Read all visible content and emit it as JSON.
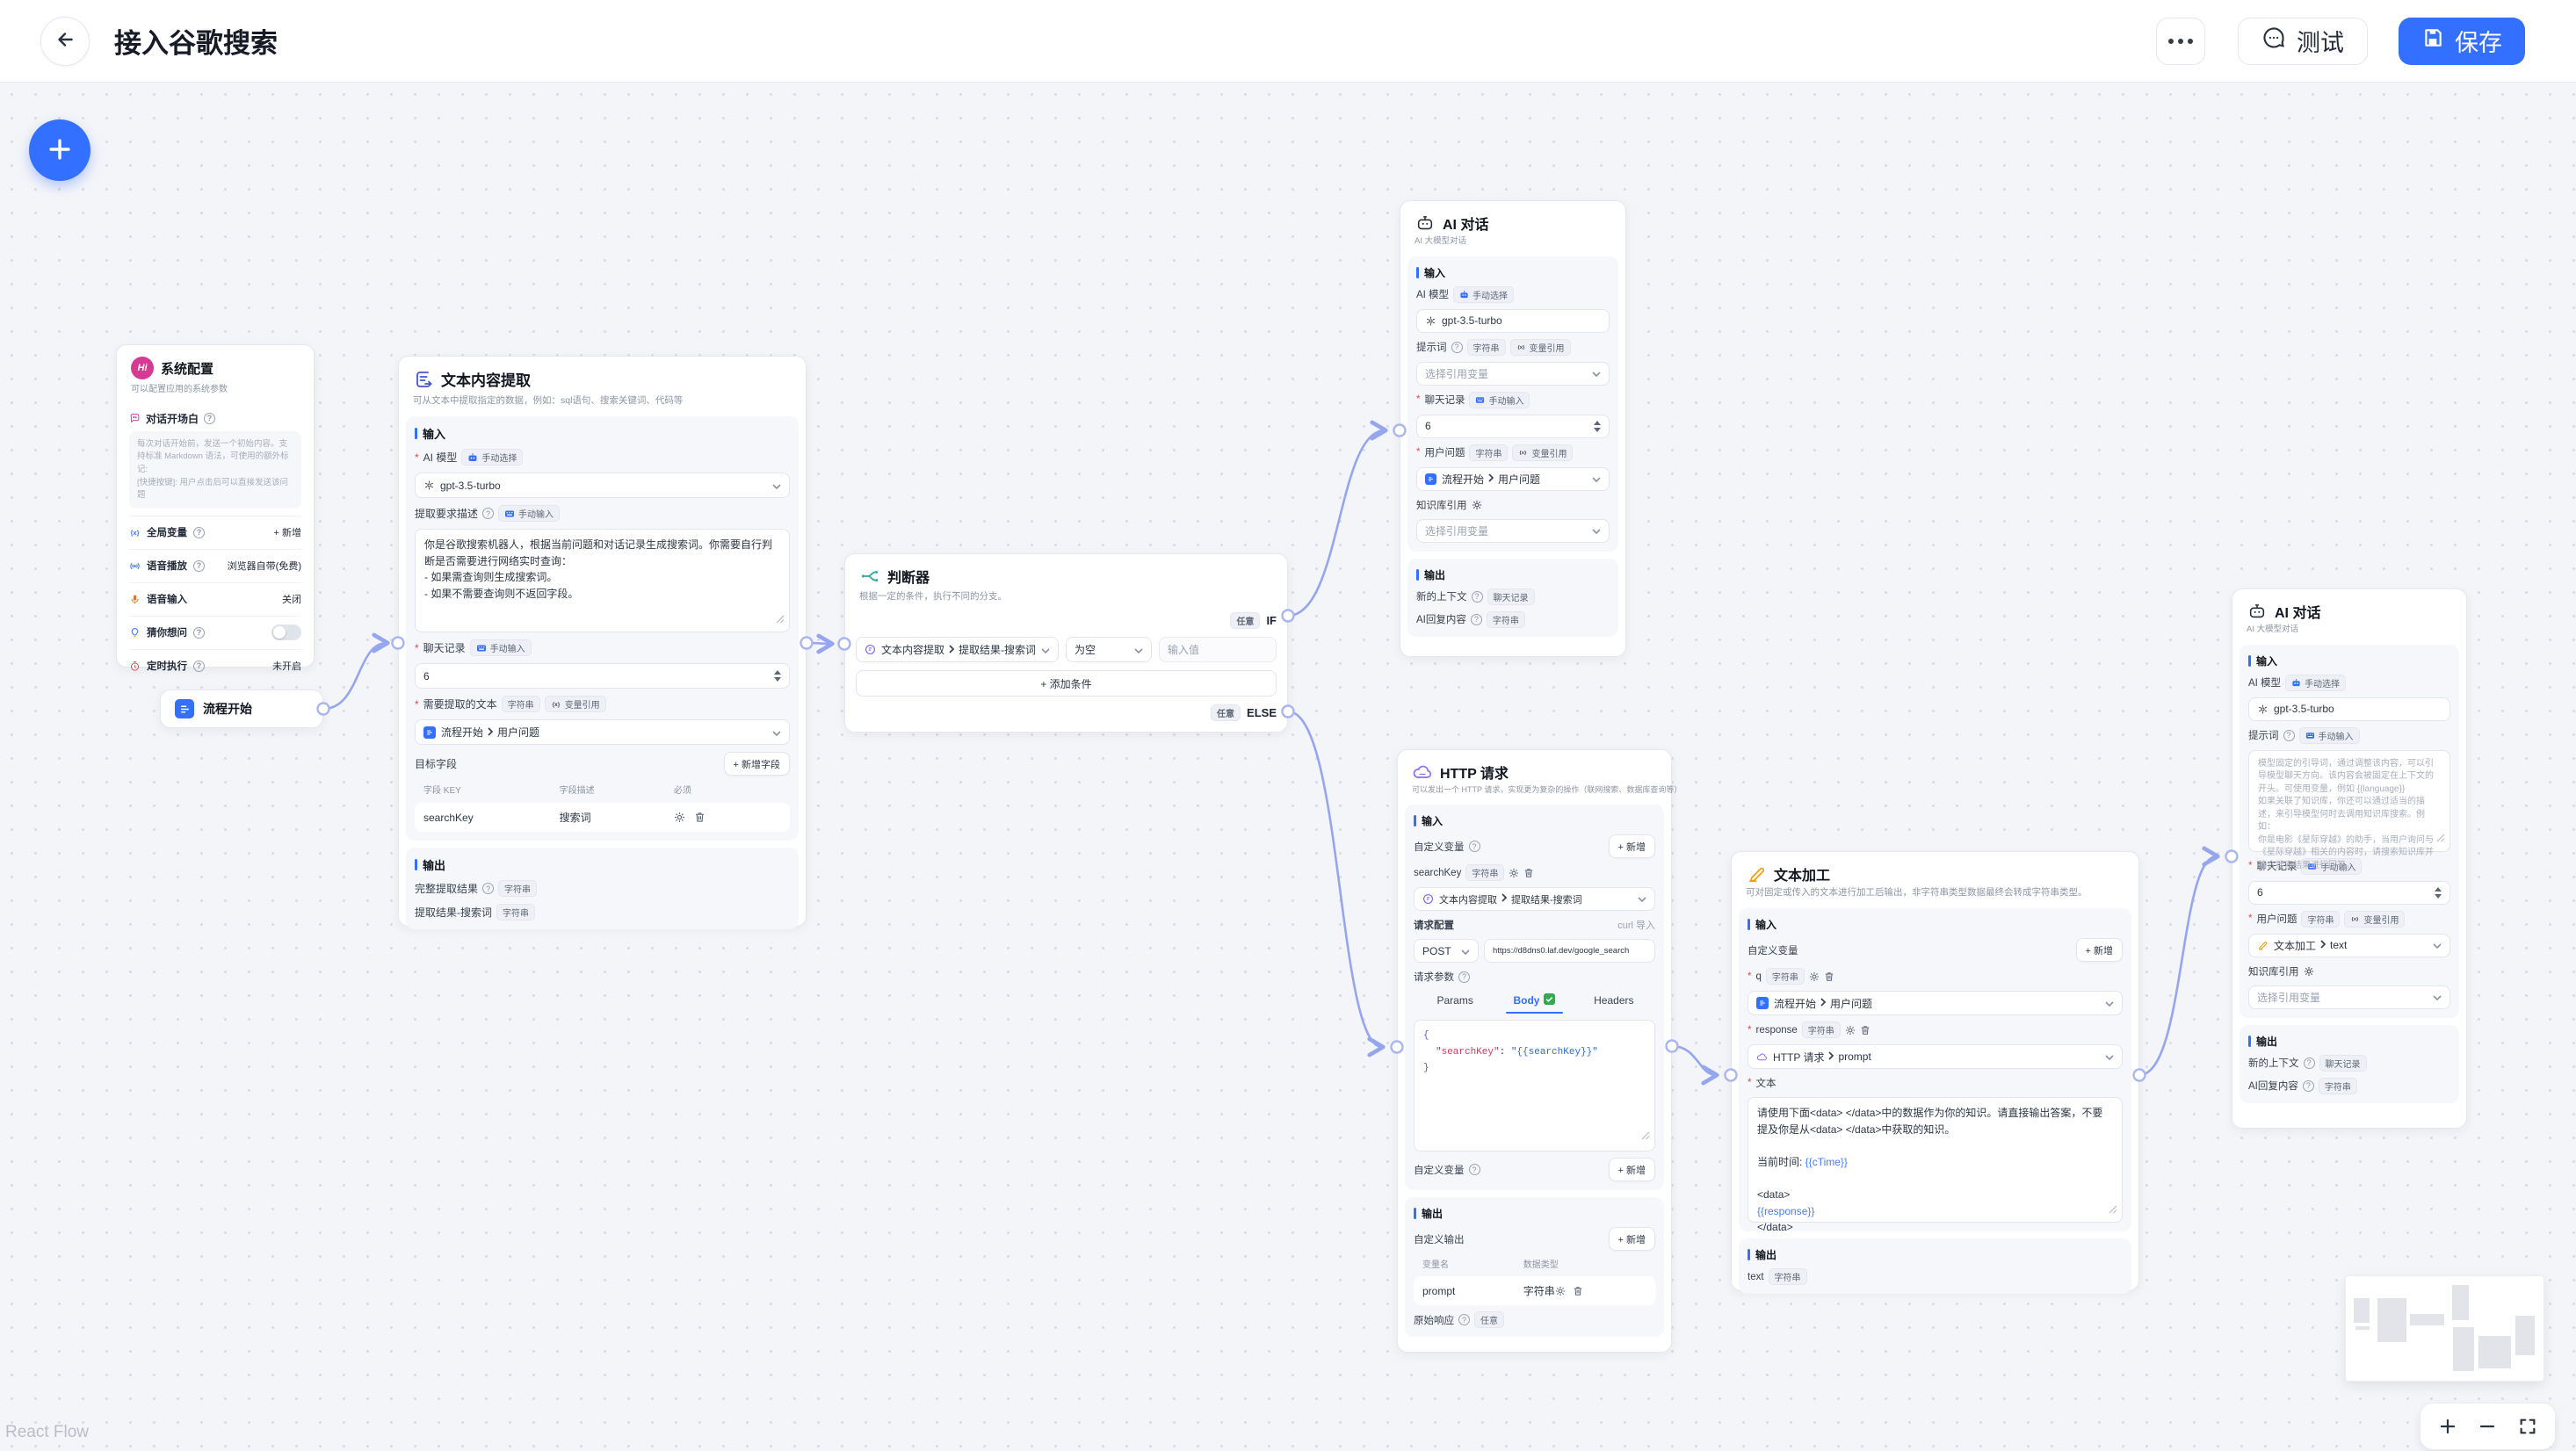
{
  "topbar": {
    "title": "接入谷歌搜索",
    "test": "测试",
    "save": "保存"
  },
  "s": {
    "req": "*",
    "help": "?",
    "input": "输入",
    "output": "输出",
    "ai_model": "AI 模型",
    "manual_select": "手动选择",
    "manual_input": "手动输入",
    "string": "字符串",
    "any": "任意",
    "chat_history": "聊天记录",
    "var_ref": "变量引用",
    "user_question": "用户问题",
    "prompt": "提示词",
    "kb_ref": "知识库引用",
    "select_var": "选择引用变量",
    "model": "gpt-3.5-turbo",
    "rounds": "6",
    "new_context": "新的上下文",
    "ai_reply": "AI回复内容",
    "add": "+ 新增",
    "custom_var": "自定义变量"
  },
  "refs": {
    "flow_user": {
      "src": "流程开始",
      "field": "用户问题"
    },
    "extract_search": {
      "src": "文本内容提取",
      "field": "提取结果-搜索词"
    },
    "http_prompt": {
      "src": "HTTP 请求",
      "field": "prompt"
    },
    "text_text": {
      "src": "文本加工",
      "field": "text"
    }
  },
  "nodes": {
    "flow_start": {
      "title": "流程开始"
    },
    "system_config": {
      "title": "系统配置",
      "avatar": "Hi",
      "desc": "可以配置应用的系统参数",
      "welcome_label": "对话开场白",
      "welcome_placeholder": "每次对话开始前，发送一个初始内容。支持标准 Markdown 语法，可使用的额外标记:\n[快捷按键]: 用户点击后可以直接发送该问题",
      "rows": [
        {
          "label": "全局变量",
          "value": "+ 新增"
        },
        {
          "label": "语音播放",
          "value": "浏览器自带(免费)"
        },
        {
          "label": "语音输入",
          "value": "关闭"
        },
        {
          "label": "猜你想问",
          "value": ""
        },
        {
          "label": "定时执行",
          "value": "未开启"
        }
      ]
    },
    "text_extract": {
      "title": "文本内容提取",
      "desc": "可从文本中提取指定的数据，例如：sql语句、搜索关键词、代码等",
      "extract_desc_label": "提取要求描述",
      "extract_prompt": "你是谷歌搜索机器人，根据当前问题和对话记录生成搜索词。你需要自行判断是否需要进行网络实时查询：\n- 如果需查询则生成搜索词。\n- 如果不需要查询则不返回字段。",
      "extract_text_label": "需要提取的文本",
      "target_fields": "目标字段",
      "add_field": "+ 新增字段",
      "col_key": "字段 KEY",
      "col_desc": "字段描述",
      "col_required": "必须",
      "field_key": "searchKey",
      "field_desc": "搜索词",
      "out_full": "完整提取结果",
      "out_search": "提取结果-搜索词"
    },
    "judge": {
      "title": "判断器",
      "desc": "根据一定的条件，执行不同的分支。",
      "if_label": "IF",
      "else_label": "ELSE",
      "op": "为空",
      "value_placeholder": "输入值",
      "add_condition": "+ 添加条件"
    },
    "ai_chat": {
      "title": "AI 对话",
      "desc": "AI 大模型对话",
      "prompt_placeholder": "模型固定的引导词，通过调整该内容，可以引导模型聊天方向。该内容会被固定在上下文的开头。可使用变量，例如 {{language}}\n如果关联了知识库，你还可以通过适当的描述，来引导模型何时去调用知识库搜索。例如：\n你是电影《星际穿越》的助手，当用户询问与《星际穿越》相关的内容时，请搜索知识库并结合搜索结果进行回答。"
    },
    "http": {
      "title": "HTTP 请求",
      "desc": "可以发出一个 HTTP 请求，实现更为复杂的操作（联网搜索、数据库查询等）",
      "var_name": "searchKey",
      "req_config": "请求配置",
      "curl_import": "curl 导入",
      "method": "POST",
      "url": "https://d8dns0.laf.dev/google_search",
      "req_params": "请求参数",
      "tab_params": "Params",
      "tab_body": "Body",
      "tab_headers": "Headers",
      "code": {
        "open": "{",
        "key": "\"searchKey\"",
        "colon": ": ",
        "value": "\"{{searchKey}}\"",
        "close": "}"
      },
      "custom_output": "自定义输出",
      "col_var": "变量名",
      "col_type": "数据类型",
      "out_var": "prompt",
      "raw_response": "原始响应"
    },
    "text_process": {
      "title": "文本加工",
      "desc": "可对固定或传入的文本进行加工后输出，非字符串类型数据最终会转成字符串类型。",
      "var_q": "q",
      "var_response": "response",
      "text_label": "文本",
      "text_parts": {
        "p1": "请使用下面<data> </data>中的数据作为你的知识。请直接输出答案，不要提及你是从<data> </data>中获取的知识。\n\n当前时间: ",
        "v1": "{{cTime}}",
        "p2": "\n\n<data>\n",
        "v2": "{{response}}",
        "p3": "\n</data>"
      },
      "out_text": "text"
    }
  },
  "attribution": "React Flow"
}
